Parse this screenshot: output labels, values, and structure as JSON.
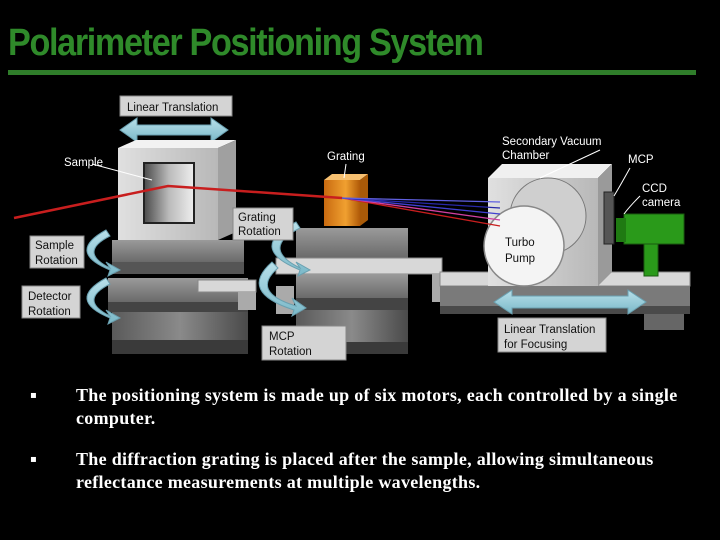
{
  "title": "Polarimeter Positioning System",
  "diagram": {
    "linear_translation": "Linear Translation",
    "sample": "Sample",
    "grating": "Grating",
    "secondary_vacuum_line1": "Secondary Vacuum",
    "secondary_vacuum_line2": "Chamber",
    "mcp": "MCP",
    "ccd_line1": "CCD",
    "ccd_line2": "camera",
    "grating_rotation_line1": "Grating",
    "grating_rotation_line2": "Rotation",
    "sample_rotation_line1": "Sample",
    "sample_rotation_line2": "Rotation",
    "turbo_line1": "Turbo",
    "turbo_line2": "Pump",
    "detector_rotation_line1": "Detector",
    "detector_rotation_line2": "Rotation",
    "mcp_rotation_line1": "MCP",
    "mcp_rotation_line2": "Rotation",
    "linear_focus_line1": "Linear Translation",
    "linear_focus_line2": "for Focusing"
  },
  "bullets": [
    {
      "marker": "▪",
      "text": "The positioning system is made up of six motors, each controlled by a single computer."
    },
    {
      "marker": "▪",
      "text": "The diffraction grating is placed after the sample, allowing simultaneous reflectance measurements at multiple wavelengths."
    }
  ],
  "colors": {
    "title": "#2f8a2a",
    "beam": "#cc2222",
    "grating": "#e08a1a",
    "camera": "#2a9a1a"
  }
}
